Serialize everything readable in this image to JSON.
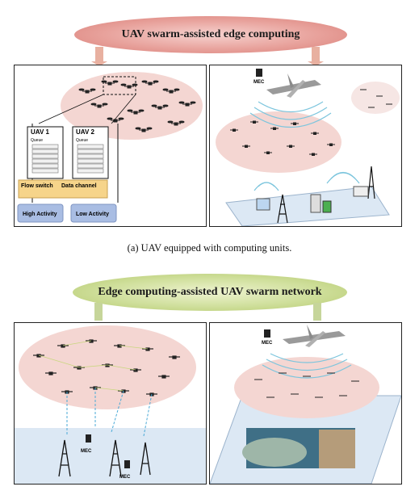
{
  "banners": {
    "top": "UAV swarm-assisted edge computing",
    "bottom": "Edge computing-assisted UAV swarm network"
  },
  "caption": "(a)  UAV equipped with computing units.",
  "panel_a_left": {
    "uav1_title": "UAV 1",
    "uav1_queue": "Queue",
    "uav2_title": "UAV 2",
    "uav2_queue": "Queue",
    "flow_switch": "Flow switch",
    "data_channel": "Data channel",
    "high_activity": "High Activity",
    "low_activity": "Low Activity"
  },
  "panel_a_right": {
    "mec": "MEC"
  },
  "panel_b_left": {
    "mec_1": "MEC",
    "mec_2": "MEC"
  },
  "panel_b_right": {
    "mec": "MEC"
  },
  "colors": {
    "top_banner": "#e8a29c",
    "bottom_banner": "#cfdf9b",
    "swarm_cloud": "#f4d6d2",
    "ground_plane": "#dce8f4",
    "activity_box": "#a9bde3",
    "flow_box": "#f6d48a"
  }
}
